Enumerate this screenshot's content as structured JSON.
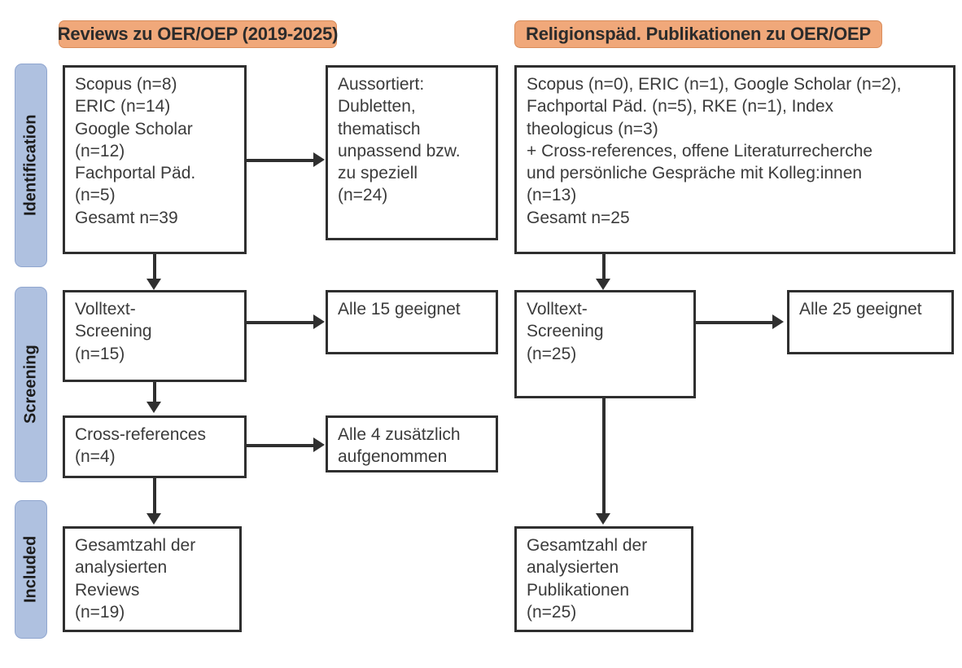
{
  "headers": {
    "left": "Reviews zu OER/OEP (2019-2025)",
    "right": "Religionspäd. Publikationen zu OER/OEP"
  },
  "stages": [
    {
      "label": "Identification"
    },
    {
      "label": "Screening"
    },
    {
      "label": "Included"
    }
  ],
  "colors": {
    "header_orange": "#F0A87A",
    "stage_blue": "#AFC1E0",
    "box_border": "#2F2F2F",
    "text": "#3B3B3B"
  },
  "left_column": {
    "identification": "Scopus (n=8)\nERIC (n=14)\nGoogle Scholar\n(n=12)\nFachportal Päd.\n(n=5)\nGesamt n=39",
    "excluded": "Aussortiert:\nDubletten,\nthematisch\nunpassend bzw.\nzu speziell\n(n=24)",
    "screening": "Volltext-\nScreening\n(n=15)",
    "eligible": "Alle 15 geeignet",
    "crossref": "Cross-references\n(n=4)",
    "crossref_note": "Alle 4 zusätzlich\naufgenommen",
    "included": "Gesamtzahl der\nanalysierten\nReviews\n(n=19)"
  },
  "right_column": {
    "identification": "Scopus (n=0), ERIC (n=1), Google Scholar (n=2),\nFachportal Päd. (n=5), RKE (n=1), Index\ntheologicus (n=3)\n+ Cross-references, offene Literaturrecherche\nund persönliche Gespräche mit Kolleg:innen\n(n=13)\nGesamt n=25",
    "screening": "Volltext-\nScreening\n(n=25)",
    "eligible": "Alle 25 geeignet",
    "included": "Gesamtzahl der\nanalysierten\nPublikationen\n(n=25)"
  },
  "chart_data": {
    "type": "table",
    "title": "PRISMA-Flussdiagramm: Reviews und religionspädagogische Publikationen zu OER/OEP",
    "streams": [
      {
        "name": "Reviews zu OER/OEP (2019-2025)",
        "identification_sources": [
          {
            "source": "Scopus",
            "n": 8
          },
          {
            "source": "ERIC",
            "n": 14
          },
          {
            "source": "Google Scholar",
            "n": 12
          },
          {
            "source": "Fachportal Päd.",
            "n": 5
          }
        ],
        "identification_total": 39,
        "excluded_n": 24,
        "excluded_reasons": "Dubletten, thematisch unpassend bzw. zu speziell",
        "screening_n": 15,
        "eligible_n": 15,
        "crossreferences_n": 4,
        "crossreferences_added_n": 4,
        "included_n": 19
      },
      {
        "name": "Religionspäd. Publikationen zu OER/OEP",
        "identification_sources": [
          {
            "source": "Scopus",
            "n": 0
          },
          {
            "source": "ERIC",
            "n": 1
          },
          {
            "source": "Google Scholar",
            "n": 2
          },
          {
            "source": "Fachportal Päd.",
            "n": 5
          },
          {
            "source": "RKE",
            "n": 1
          },
          {
            "source": "Index theologicus",
            "n": 3
          },
          {
            "source": "Cross-references, offene Literaturrecherche und persönliche Gespräche mit Kolleg:innen",
            "n": 13
          }
        ],
        "identification_total": 25,
        "screening_n": 25,
        "eligible_n": 25,
        "included_n": 25
      }
    ]
  }
}
